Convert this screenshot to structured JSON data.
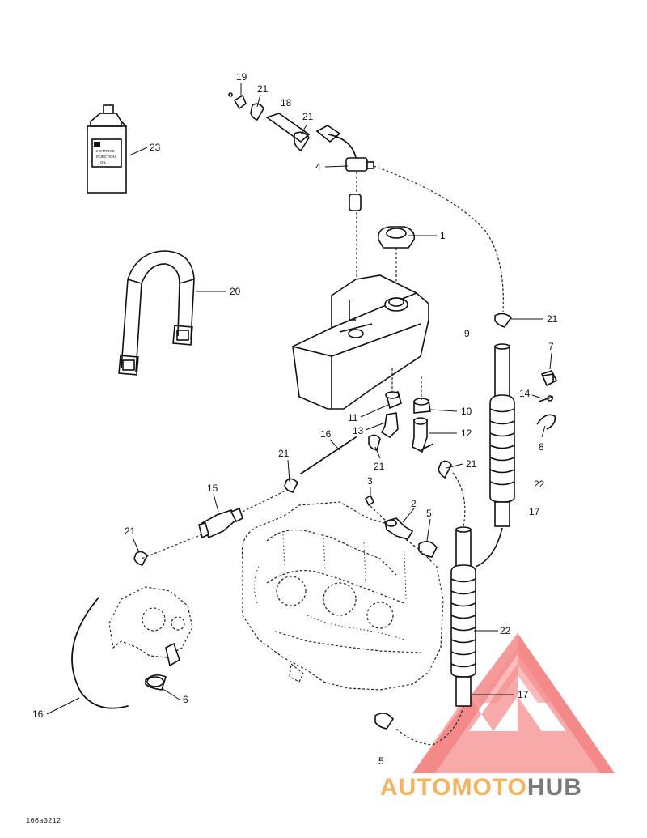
{
  "callouts": {
    "c19": "19",
    "c21a": "21",
    "c18": "18",
    "c21b": "21",
    "c23": "23",
    "c4": "4",
    "c1": "1",
    "c20": "20",
    "c21c": "21",
    "c9": "9",
    "c7": "7",
    "c10": "10",
    "c14": "14",
    "c11": "11",
    "c13": "13",
    "c12": "12",
    "c16a": "16",
    "c8": "8",
    "c21d": "21",
    "c21e": "21",
    "c21f": "21",
    "c22a": "22",
    "c15": "15",
    "c3": "3",
    "c2": "2",
    "c5a": "5",
    "c17a": "17",
    "c21g": "21",
    "c22b": "22",
    "c17b": "17",
    "c6": "6",
    "c16b": "16",
    "c5b": "5"
  },
  "bottle_label": [
    "2-STROKE",
    "INJECTION",
    "OIL"
  ],
  "drawing_code": "166a0212",
  "watermark": {
    "part1": "AUTOMOTO",
    "part2": "HUB",
    "color1": "#f5b35c",
    "color2": "#7a7a7a",
    "triangle_color": "#f47a7a"
  }
}
